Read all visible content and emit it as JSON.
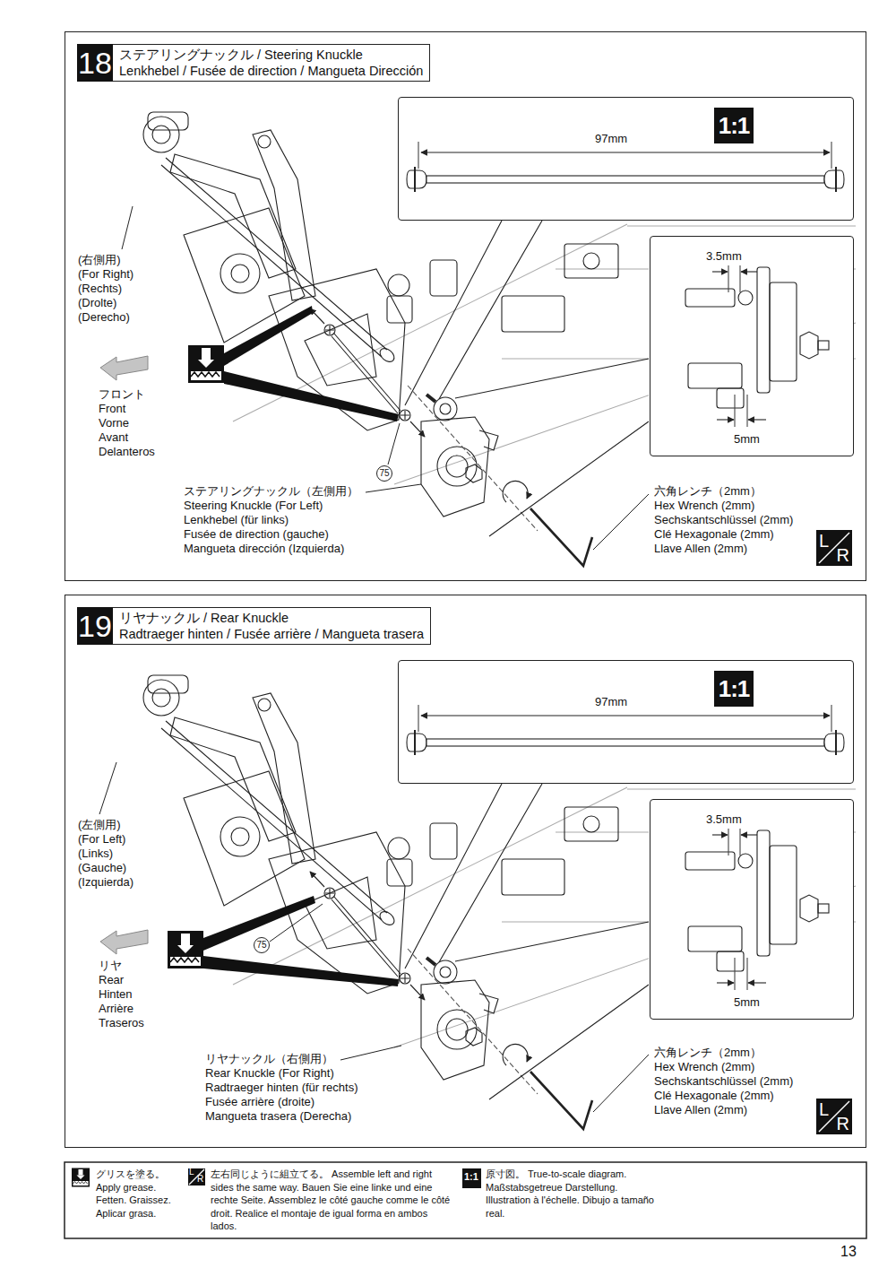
{
  "diagram": {
    "nodes": [
      {
        "text": [
          "ステアリングナックル / Steering Knuckle",
          "Lenkhebel / Fusée de direction / Mangueta Dirección"
        ]
      },
      {
        "text": [
          "18"
        ],
        "in": 0
      },
      {
        "text": [
          "97mm"
        ],
        "in": 0
      },
      {
        "text": [
          "1:1"
        ],
        "in": 2
      },
      {
        "text": [
          "3.5mm",
          "5mm"
        ],
        "in": 0
      },
      {
        "text": [
          "75"
        ],
        "in": 0
      },
      {
        "text": [
          "L",
          "R"
        ],
        "in": 0
      },
      {
        "text": [
          "リヤナックル / Rear Knuckle",
          "Radtraeger hinten / Fusée arrière / Mangueta trasera"
        ]
      },
      {
        "text": [
          "19"
        ],
        "in": 7
      },
      {
        "text": [
          "97mm"
        ],
        "in": 7
      },
      {
        "text": [
          "1:1"
        ],
        "in": 9
      },
      {
        "text": [
          "3.5mm",
          "5mm"
        ],
        "in": 7
      },
      {
        "text": [
          "75"
        ],
        "in": 7
      },
      {
        "text": [
          "L",
          "R"
        ],
        "in": 7
      }
    ],
    "labels": [
      "(右側用)",
      "(For Right)",
      "(Rechts)",
      "(Drolte)",
      "(Derecho)",
      "フロント",
      "Front",
      "Vorne",
      "Avant",
      "Delanteros",
      "ステアリングナックル（左側用）",
      "Steering Knuckle (For Left)",
      "Lenkhebel (für links)",
      "Fusée de direction (gauche)",
      "Mangueta dirección (Izquierda)",
      "六角レンチ（2mm）",
      "Hex Wrench (2mm)",
      "Sechskantschlüssel (2mm)",
      "Clé Hexagonale (2mm)",
      "Llave Allen (2mm)",
      "(左側用)",
      "(For Left)",
      "(Links)",
      "(Gauche)",
      "(Izquierda)",
      "リヤ",
      "Rear",
      "Hinten",
      "Arrière",
      "Traseros",
      "リヤナックル（右側用）",
      "Rear Knuckle (For Right)",
      "Radtraeger hinten (für rechts)",
      "Fusée arrière (droite)",
      "Mangueta trasera (Derecha)",
      "六角レンチ（2mm）",
      "Hex Wrench (2mm)",
      "Sechskantschlüssel (2mm)",
      "Clé Hexagonale (2mm)",
      "Llave Allen (2mm)",
      "L",
      "R",
      "1:1",
      "13"
    ],
    "legend": [
      {
        "text": "グリスを塗る。 Apply grease. Fetten. Graissez. Aplicar grasa."
      },
      {
        "text": "左右同じように組立てる。 Assemble left and right sides the same way. Bauen Sie eine linke und eine rechte Seite. Assemblez le côté gauche comme le côté droit. Realice el montaje de igual forma en ambos lados."
      },
      {
        "text": "原寸図。 True-to-scale diagram. Maßstabsgetreue Darstellung. Illustration à l'échelle. Dibujo a tamaño real."
      }
    ]
  }
}
